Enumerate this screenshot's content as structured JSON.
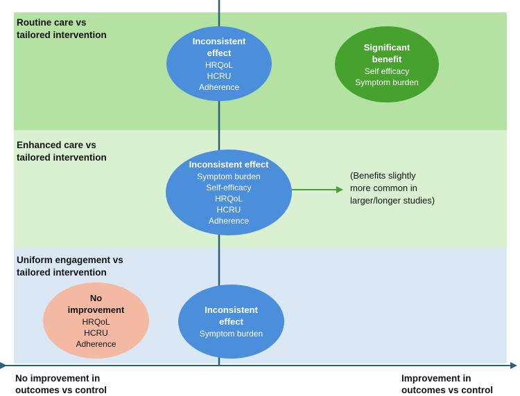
{
  "bands": [
    {
      "title": "Routine care vs\ntailored intervention"
    },
    {
      "title": "Enhanced care vs\ntailored intervention"
    },
    {
      "title": "Uniform engagement vs\ntailored intervention"
    }
  ],
  "ellipses": {
    "routine_inconsistent": {
      "heading": "Inconsistent\neffect",
      "items": [
        "HRQoL",
        "HCRU",
        "Adherence"
      ]
    },
    "routine_significant": {
      "heading": "Significant\nbenefit",
      "items": [
        "Self efficacy",
        "Symptom burden"
      ]
    },
    "enhanced_inconsistent": {
      "heading": "Inconsistent effect",
      "items": [
        "Symptom burden",
        "Self-efficacy",
        "HRQoL",
        "HCRU",
        "Adherence"
      ]
    },
    "uniform_no_improvement": {
      "heading": "No\nimprovement",
      "items": [
        "HRQoL",
        "HCRU",
        "Adherence"
      ]
    },
    "uniform_inconsistent": {
      "heading": "Inconsistent\neffect",
      "items": [
        "Symptom burden"
      ]
    }
  },
  "note": "(Benefits slightly\nmore common in\nlarger/longer studies)",
  "axis": {
    "left_label": "No improvement in\noutcomes vs control",
    "right_label": "Improvement in\noutcomes vs control"
  },
  "colors": {
    "band_routine": "#b3e2a2",
    "band_enhanced": "#d9f1d1",
    "band_uniform": "#dae8f6",
    "inconsistent": "#4b8fdc",
    "significant": "#46a12f",
    "no_improvement": "#f4b9a3",
    "axis": "#2c5f78",
    "note_arrow": "#46a12f"
  }
}
